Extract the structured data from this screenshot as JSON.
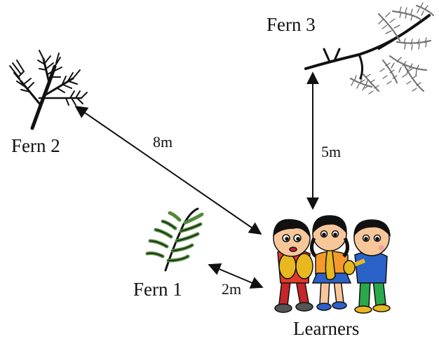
{
  "labels": {
    "fern1": "Fern 1",
    "fern2": "Fern 2",
    "fern3": "Fern 3",
    "learners": "Learners"
  },
  "distances": {
    "fern1_to_learners": "2m",
    "fern2_to_learners": "8m",
    "fern3_to_learners": "5m"
  },
  "colors": {
    "ink": "#111111",
    "fern1_leaf": "#4f8a3a",
    "skin": "#f7c79a",
    "shirt_red": "#e33b2a",
    "shirt_orange": "#f59a2a",
    "shirt_blue": "#2a62c8",
    "pants_red": "#c8262a",
    "pants_green": "#2aa84a",
    "brass": "#e8b820"
  }
}
